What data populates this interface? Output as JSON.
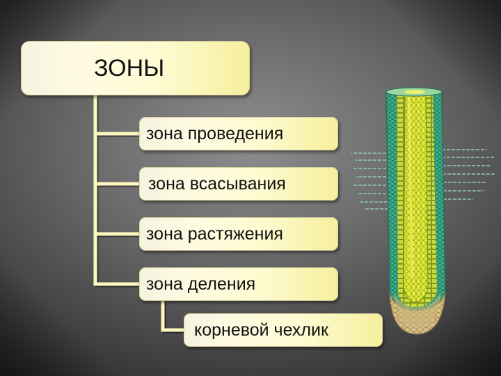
{
  "diagram": {
    "root_label": "ЗОНЫ",
    "zones": [
      {
        "label": "зона проведения"
      },
      {
        "label": "зона всасывания"
      },
      {
        "label": "зона растяжения"
      },
      {
        "label": "зона деления"
      }
    ],
    "sub_zone": {
      "label": "корневой чехлик"
    },
    "illustration": "root-cross-section"
  },
  "colors": {
    "box_fill": "#fefbd2",
    "connector": "#fdf8c0",
    "background": "#6a6a6a"
  }
}
